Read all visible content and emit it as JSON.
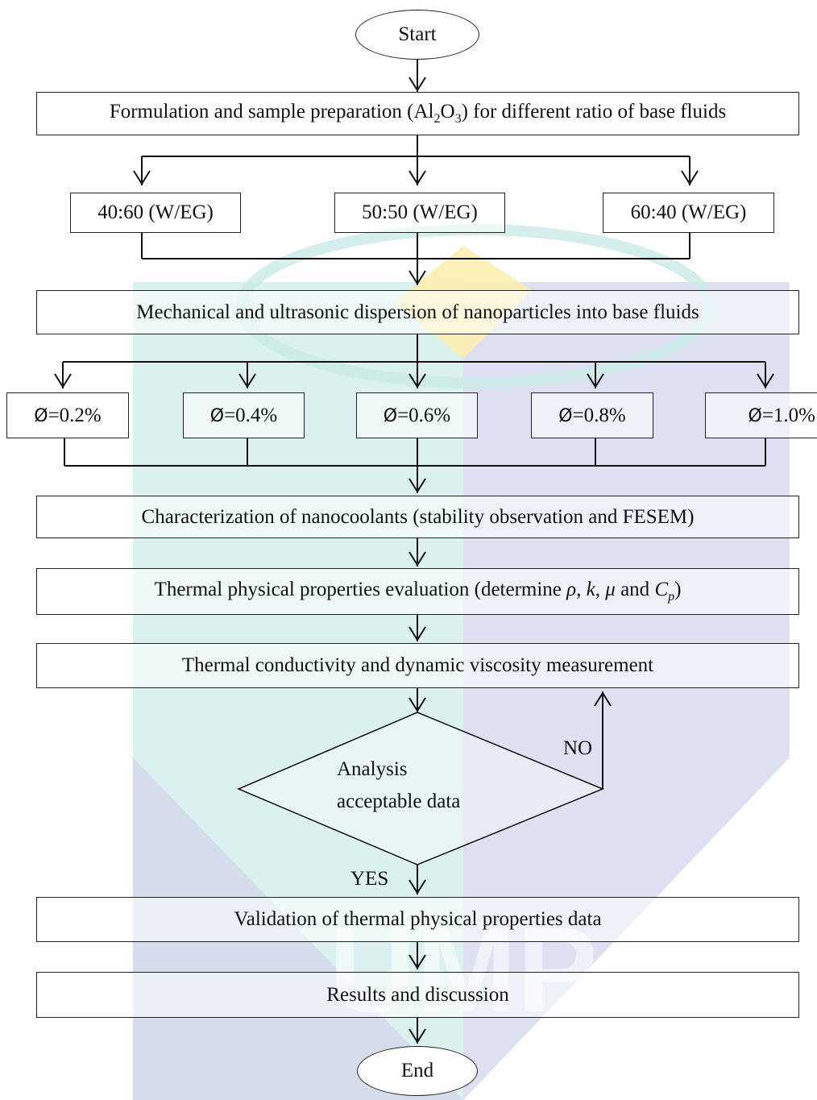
{
  "nodes": {
    "start": "Start",
    "formulation": {
      "prefix": "Formulation and sample preparation (Al",
      "sub1": "2",
      "mid": "O",
      "sub2": "3",
      "suffix": ") for different ratio of base fluids"
    },
    "ratios": [
      "40:60 (W/EG)",
      "50:50 (W/EG)",
      "60:40 (W/EG)"
    ],
    "dispersion": "Mechanical and ultrasonic dispersion of nanoparticles into base fluids",
    "concentrations": [
      {
        "symbol": "Ø",
        "value": "=0.2%"
      },
      {
        "symbol": "Ø",
        "value": "=0.4%"
      },
      {
        "symbol": "Ø",
        "value": "=0.6%"
      },
      {
        "symbol": "Ø",
        "value": "=0.8%"
      },
      {
        "symbol": "Ø",
        "value": "=1.0%"
      }
    ],
    "characterization": "Characterization of nanocoolants (stability observation and FESEM)",
    "properties": {
      "prefix": "Thermal physical properties evaluation (determine ",
      "rho": "ρ",
      "sep1": ", ",
      "k": "k",
      "sep2": ", ",
      "mu": "μ",
      "and": " and ",
      "c": "C",
      "c_sub": "p",
      "suffix": ")"
    },
    "measurement": "Thermal conductivity and dynamic viscosity measurement",
    "decision": {
      "line1": "Analysis",
      "line2": "acceptable data"
    },
    "no_label": "NO",
    "yes_label": "YES",
    "validation": "Validation of thermal physical properties data",
    "results": "Results and discussion",
    "end": "End"
  },
  "watermark": {
    "text": "UMP",
    "colors": [
      "#d6dbee",
      "#c9ebe6",
      "#fbefb8"
    ]
  }
}
